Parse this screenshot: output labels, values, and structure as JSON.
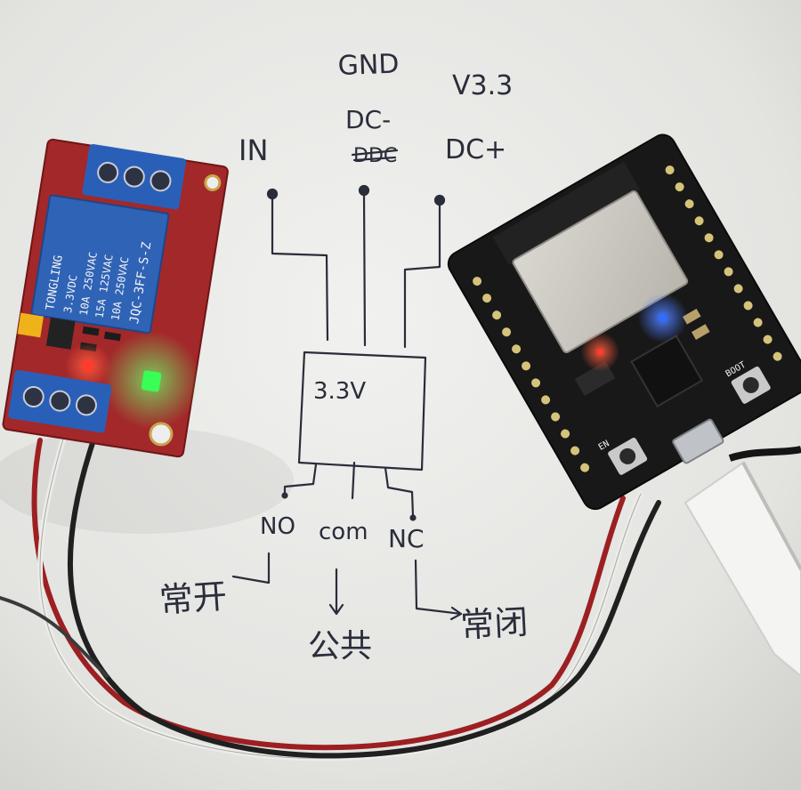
{
  "drawing": {
    "gnd_label": "GND",
    "v33_label": "V3.3",
    "in_label": "IN",
    "dc_minus_label": "DC-",
    "crossed_label": "DDC",
    "dc_plus_label": "DC+",
    "box_label": "3.3V",
    "no_label": "NO",
    "com_label": "com",
    "nc_label": "NC",
    "normally_open_label": "常开",
    "common_label": "公共",
    "normally_closed_label": "常闭"
  },
  "relay": {
    "brand": "TONGLING",
    "spec1": "3.3VDC",
    "spec2": "10A 250VAC",
    "spec3": "15A 125VAC",
    "spec4": "10A 250VAC",
    "model": "JQC-3FF-S-Z"
  },
  "esp32": {
    "button_en": "EN",
    "button_boot": "BOOT"
  },
  "colors": {
    "paper": "#e6e6e3",
    "ink": "#2a2d3a",
    "relay_pcb": "#a3282a",
    "relay_body": "#2f63b6",
    "terminal": "#2a5fb8",
    "esp32_pcb": "#181818",
    "led_green": "#38ff55",
    "led_red": "#ff3b2e",
    "led_blue": "#2f6dff"
  }
}
